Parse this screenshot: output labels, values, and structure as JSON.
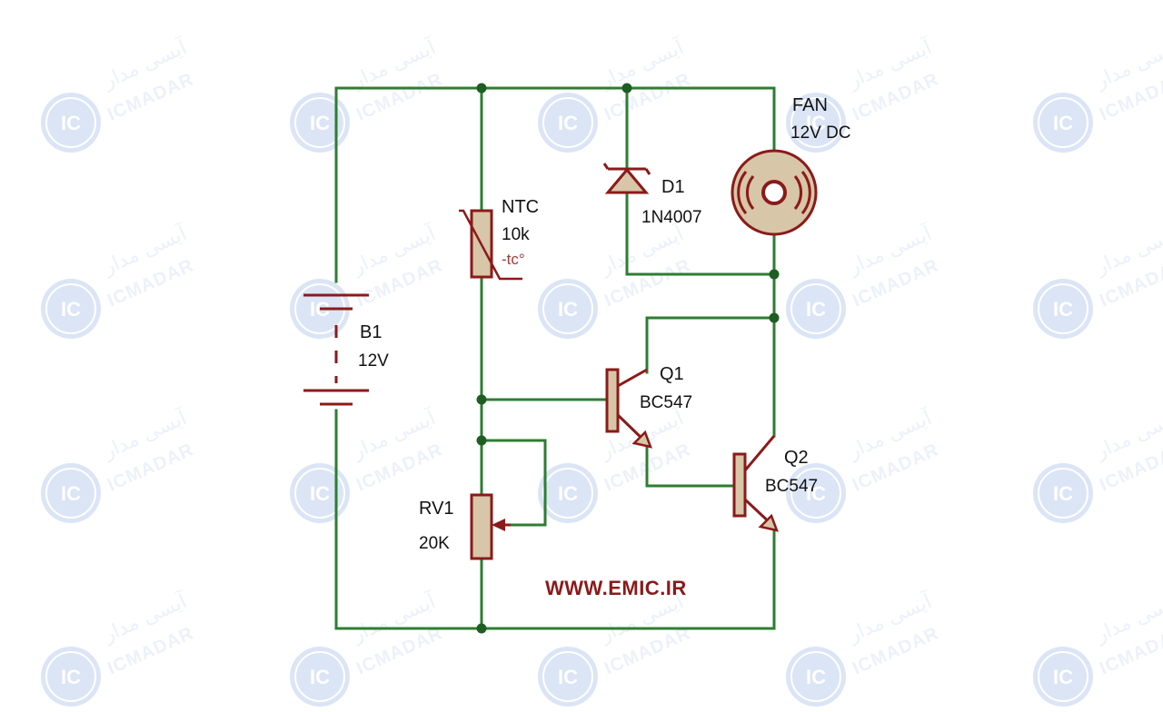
{
  "watermark": {
    "brand_fa": "آیسی مدار",
    "brand_en": "ICMADAR",
    "logo_text": "IC",
    "color": "#9bb7e6"
  },
  "components": {
    "fan": {
      "name": "FAN",
      "rating": "12V DC"
    },
    "d1": {
      "name": "D1",
      "part": "1N4007"
    },
    "ntc": {
      "name": "NTC",
      "value": "10k",
      "coefficient": "-tc°"
    },
    "b1": {
      "name": "B1",
      "value": "12V"
    },
    "q1": {
      "name": "Q1",
      "part": "BC547"
    },
    "q2": {
      "name": "Q2",
      "part": "BC547"
    },
    "rv1": {
      "name": "RV1",
      "value": "20K"
    }
  },
  "footer": {
    "website": "WWW.EMIC.IR"
  },
  "colors": {
    "wire": "#2e7d32",
    "component": "#8b1a1a",
    "component_fill": "#d7c6a8",
    "node": "#1e5e22"
  }
}
